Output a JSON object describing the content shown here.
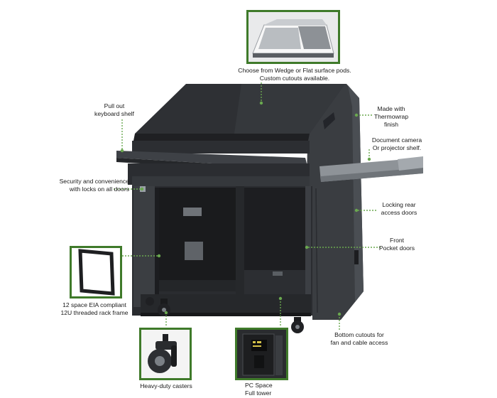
{
  "colors": {
    "callout_line": "#6aa84f",
    "inset_border": "#3f7a2a",
    "cabinet_dark": "#2b2d30",
    "cabinet_mid": "#3b3e42",
    "cabinet_light": "#5b5f64"
  },
  "labels": {
    "pods": "Choose from Wedge or Flat surface pods.\nCustom cutouts available.",
    "keyboard_shelf": "Pull out\nkeyboard shelf",
    "thermowrap": "Made with\nThermowrap\nfinish",
    "document_camera": "Document camera\nOr projector shelf.",
    "security": "Security and convenience\nwith locks on all doors",
    "locking_rear": "Locking rear\naccess doors",
    "front_pocket": "Front\nPocket doors",
    "rack_frame": "12 space EIA compliant\n12U threaded rack frame",
    "bottom_cutouts": "Bottom cutouts for\nfan and cable access",
    "casters": "Heavy-duty casters",
    "pc_space": "PC Space\nFull tower"
  },
  "icons": [
    "wedge-pod-image",
    "rack-frame-image",
    "caster-image",
    "pc-tower-image"
  ]
}
